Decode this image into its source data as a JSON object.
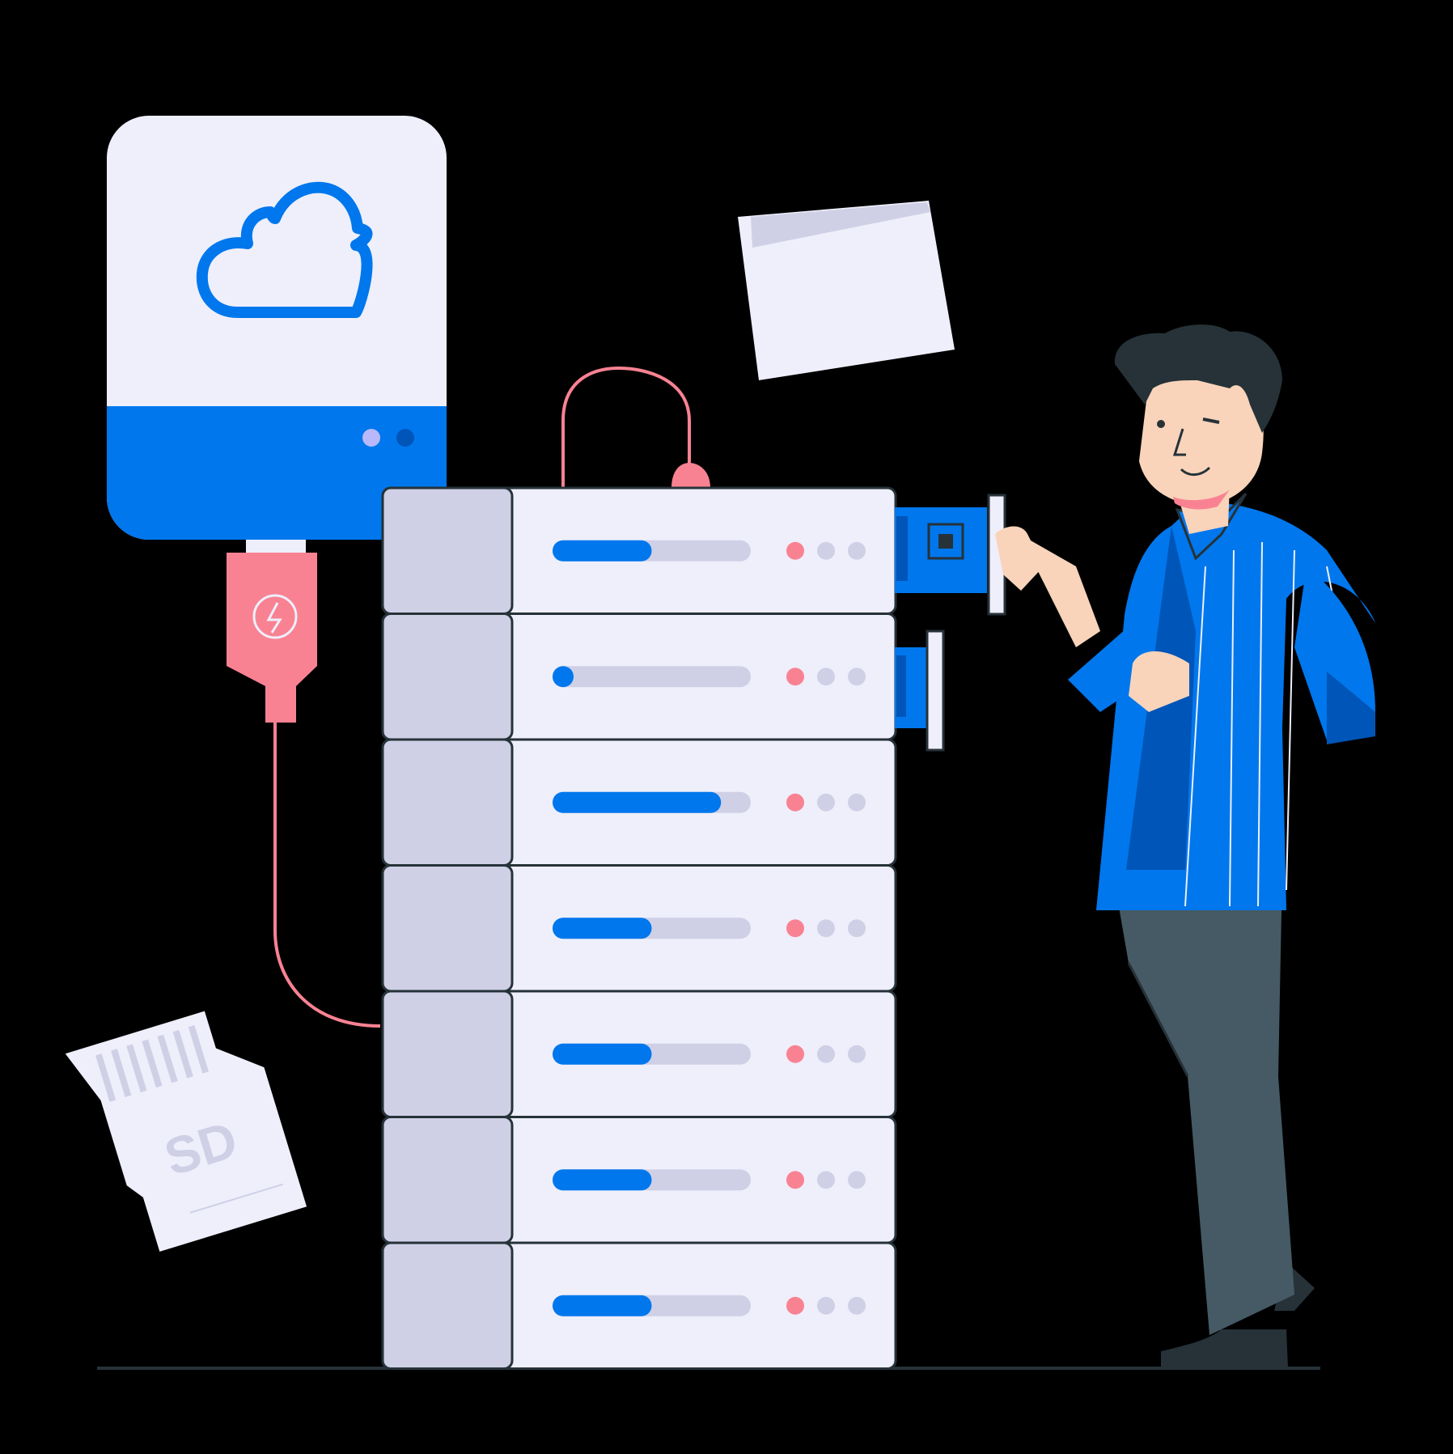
{
  "colors": {
    "background": "#000000",
    "primary_blue": "#0077ED",
    "light_panel": "#EEEFFB",
    "side_panel": "#CFD0E6",
    "track": "#CFD0E6",
    "accent_pink": "#F98292",
    "dot_grey": "#CFD0E6",
    "skin": "#F9D4BA",
    "hair": "#263238",
    "pants": "#455A64",
    "shirt_dark": "#0055B8",
    "outline": "#263238"
  },
  "cloud_drive": {
    "icon": "cloud-icon",
    "status_dots": [
      "#B9B8FA",
      "#0055B8"
    ]
  },
  "usb_plug": {
    "icon": "lightning-icon"
  },
  "sd_card": {
    "label": "SD"
  },
  "server_rack": {
    "units": [
      {
        "progress": 0.5
      },
      {
        "progress": 0.05
      },
      {
        "progress": 0.85
      },
      {
        "progress": 0.5
      },
      {
        "progress": 0.5
      },
      {
        "progress": 0.5
      },
      {
        "progress": 0.5
      }
    ]
  }
}
